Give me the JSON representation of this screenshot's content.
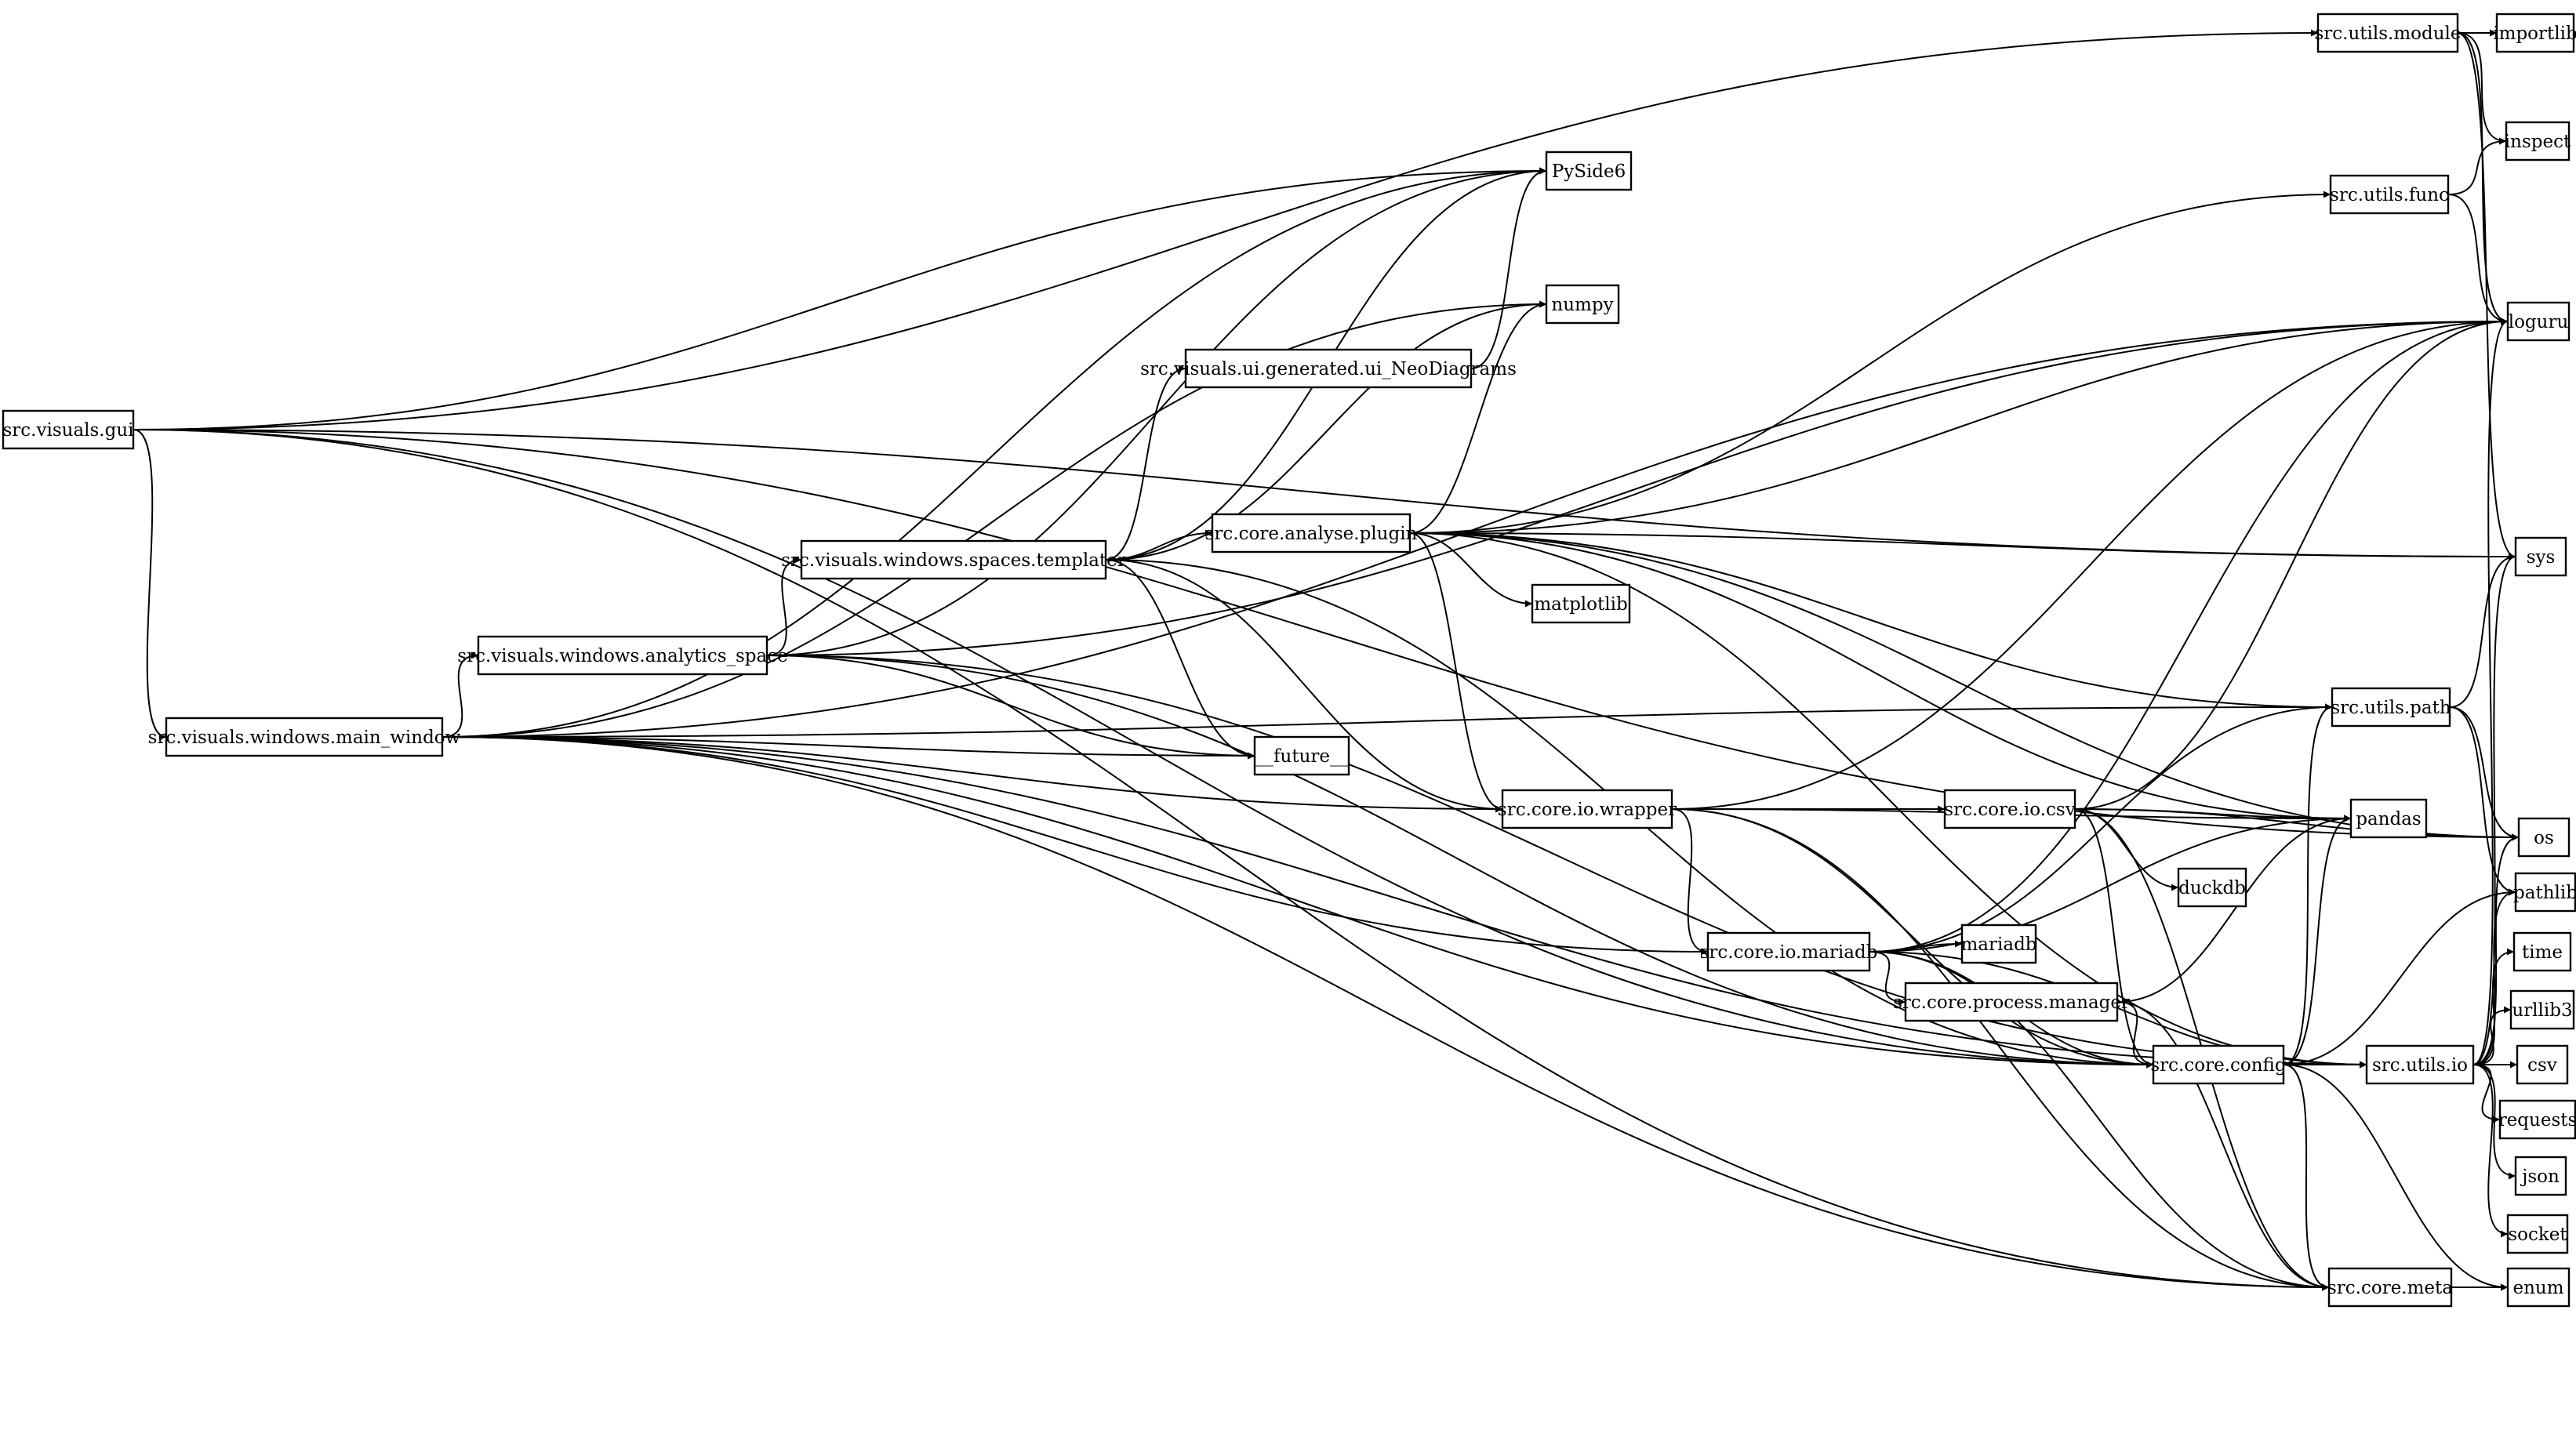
{
  "diagram": {
    "type": "directed-graph",
    "nodes": [
      {
        "id": "gui",
        "label": "src.visuals.gui"
      },
      {
        "id": "main_window",
        "label": "src.visuals.windows.main_window"
      },
      {
        "id": "analytics_space",
        "label": "src.visuals.windows.analytics_space"
      },
      {
        "id": "templater",
        "label": "src.visuals.windows.spaces.templater"
      },
      {
        "id": "ui_neo",
        "label": "src.visuals.ui.generated.ui_NeoDiagrams"
      },
      {
        "id": "plugin",
        "label": "src.core.analyse.plugin"
      },
      {
        "id": "wrapper",
        "label": "src.core.io.wrapper"
      },
      {
        "id": "io_csv",
        "label": "src.core.io.csv"
      },
      {
        "id": "mariadb_io",
        "label": "src.core.io.mariadb"
      },
      {
        "id": "proc_manager",
        "label": "src.core.process.manager"
      },
      {
        "id": "config",
        "label": "src.core.config"
      },
      {
        "id": "meta",
        "label": "src.core.meta"
      },
      {
        "id": "utils_module",
        "label": "src.utils.module"
      },
      {
        "id": "utils_func",
        "label": "src.utils.func"
      },
      {
        "id": "utils_path",
        "label": "src.utils.path"
      },
      {
        "id": "utils_io",
        "label": "src.utils.io"
      },
      {
        "id": "pyside6",
        "label": "PySide6"
      },
      {
        "id": "numpy",
        "label": "numpy"
      },
      {
        "id": "matplotlib",
        "label": "matplotlib"
      },
      {
        "id": "future",
        "label": "__future__"
      },
      {
        "id": "importlib",
        "label": "importlib"
      },
      {
        "id": "inspect",
        "label": "inspect"
      },
      {
        "id": "loguru",
        "label": "loguru"
      },
      {
        "id": "sys",
        "label": "sys"
      },
      {
        "id": "pandas",
        "label": "pandas"
      },
      {
        "id": "os",
        "label": "os"
      },
      {
        "id": "pathlib",
        "label": "pathlib"
      },
      {
        "id": "duckdb",
        "label": "duckdb"
      },
      {
        "id": "mariadb",
        "label": "mariadb"
      },
      {
        "id": "time",
        "label": "time"
      },
      {
        "id": "urllib3",
        "label": "urllib3"
      },
      {
        "id": "csv",
        "label": "csv"
      },
      {
        "id": "requests",
        "label": "requests"
      },
      {
        "id": "json",
        "label": "json"
      },
      {
        "id": "socket",
        "label": "socket"
      },
      {
        "id": "enum",
        "label": "enum"
      }
    ],
    "edges": [
      [
        "gui",
        "main_window"
      ],
      [
        "gui",
        "pyside6"
      ],
      [
        "gui",
        "utils_module"
      ],
      [
        "gui",
        "sys"
      ],
      [
        "gui",
        "config"
      ],
      [
        "gui",
        "meta"
      ],
      [
        "gui",
        "os"
      ],
      [
        "main_window",
        "pyside6"
      ],
      [
        "main_window",
        "analytics_space"
      ],
      [
        "main_window",
        "future"
      ],
      [
        "main_window",
        "utils_path"
      ],
      [
        "main_window",
        "wrapper"
      ],
      [
        "main_window",
        "mariadb_io"
      ],
      [
        "main_window",
        "config"
      ],
      [
        "main_window",
        "meta"
      ],
      [
        "main_window",
        "utils_io"
      ],
      [
        "main_window",
        "loguru"
      ],
      [
        "main_window",
        "numpy"
      ],
      [
        "analytics_space",
        "pyside6"
      ],
      [
        "analytics_space",
        "templater"
      ],
      [
        "analytics_space",
        "future"
      ],
      [
        "analytics_space",
        "config"
      ],
      [
        "analytics_space",
        "utils_io"
      ],
      [
        "analytics_space",
        "loguru"
      ],
      [
        "templater",
        "pyside6"
      ],
      [
        "templater",
        "ui_neo"
      ],
      [
        "templater",
        "plugin"
      ],
      [
        "templater",
        "future"
      ],
      [
        "templater",
        "wrapper"
      ],
      [
        "templater",
        "config"
      ],
      [
        "templater",
        "numpy"
      ],
      [
        "ui_neo",
        "pyside6"
      ],
      [
        "plugin",
        "numpy"
      ],
      [
        "plugin",
        "matplotlib"
      ],
      [
        "plugin",
        "loguru"
      ],
      [
        "plugin",
        "sys"
      ],
      [
        "plugin",
        "utils_func"
      ],
      [
        "plugin",
        "utils_path"
      ],
      [
        "plugin",
        "wrapper"
      ],
      [
        "plugin",
        "pandas"
      ],
      [
        "plugin",
        "utils_io"
      ],
      [
        "plugin",
        "os"
      ],
      [
        "wrapper",
        "io_csv"
      ],
      [
        "wrapper",
        "mariadb_io"
      ],
      [
        "wrapper",
        "loguru"
      ],
      [
        "wrapper",
        "pandas"
      ],
      [
        "wrapper",
        "config"
      ],
      [
        "wrapper",
        "meta"
      ],
      [
        "io_csv",
        "pandas"
      ],
      [
        "io_csv",
        "duckdb"
      ],
      [
        "io_csv",
        "loguru"
      ],
      [
        "io_csv",
        "config"
      ],
      [
        "io_csv",
        "os"
      ],
      [
        "io_csv",
        "meta"
      ],
      [
        "mariadb_io",
        "mariadb"
      ],
      [
        "mariadb_io",
        "proc_manager"
      ],
      [
        "mariadb_io",
        "config"
      ],
      [
        "mariadb_io",
        "utils_io"
      ],
      [
        "mariadb_io",
        "meta"
      ],
      [
        "mariadb_io",
        "loguru"
      ],
      [
        "mariadb_io",
        "pandas"
      ],
      [
        "mariadb_io",
        "utils_path"
      ],
      [
        "proc_manager",
        "pandas"
      ],
      [
        "proc_manager",
        "config"
      ],
      [
        "proc_manager",
        "meta"
      ],
      [
        "config",
        "utils_io"
      ],
      [
        "config",
        "utils_path"
      ],
      [
        "config",
        "meta"
      ],
      [
        "config",
        "enum"
      ],
      [
        "config",
        "pandas"
      ],
      [
        "config",
        "pathlib"
      ],
      [
        "utils_module",
        "importlib"
      ],
      [
        "utils_module",
        "inspect"
      ],
      [
        "utils_module",
        "loguru"
      ],
      [
        "utils_module",
        "sys"
      ],
      [
        "utils_func",
        "inspect"
      ],
      [
        "utils_func",
        "loguru"
      ],
      [
        "utils_path",
        "sys"
      ],
      [
        "utils_path",
        "os"
      ],
      [
        "utils_path",
        "pathlib"
      ],
      [
        "utils_io",
        "loguru"
      ],
      [
        "utils_io",
        "sys"
      ],
      [
        "utils_io",
        "os"
      ],
      [
        "utils_io",
        "pathlib"
      ],
      [
        "utils_io",
        "time"
      ],
      [
        "utils_io",
        "urllib3"
      ],
      [
        "utils_io",
        "csv"
      ],
      [
        "utils_io",
        "requests"
      ],
      [
        "utils_io",
        "json"
      ],
      [
        "utils_io",
        "socket"
      ],
      [
        "meta",
        "enum"
      ]
    ]
  }
}
